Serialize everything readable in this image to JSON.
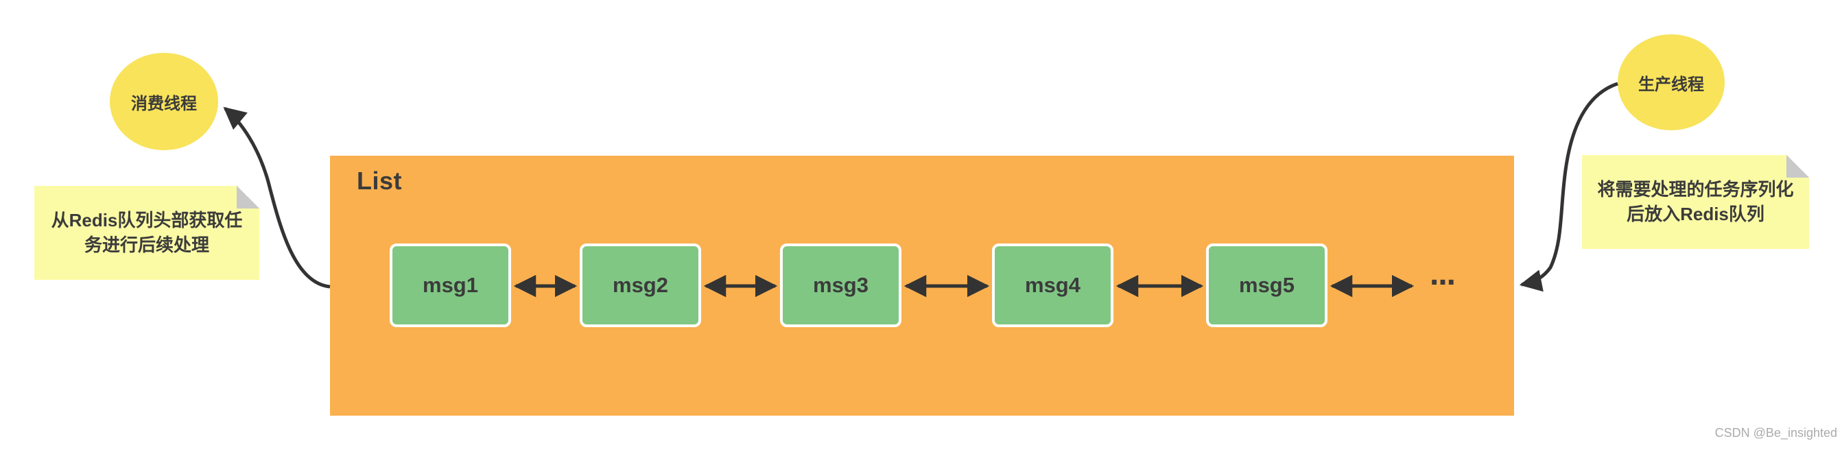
{
  "diagram": {
    "list": {
      "label": "List",
      "messages": [
        "msg1",
        "msg2",
        "msg3",
        "msg4",
        "msg5"
      ],
      "ellipsis": "..."
    },
    "consumer": {
      "label": "消费线程",
      "note_line1": "从Redis队列头部获取任",
      "note_line2": "务进行后续处理"
    },
    "producer": {
      "label": "生产线程",
      "note_line1": "将需要处理的任务序列化",
      "note_line2": "后放入Redis队列"
    }
  },
  "watermark": "CSDN @Be_insighted",
  "colors": {
    "list_container": "#FAB04F",
    "message_box": "#80C784",
    "message_border": "#FFFFFF",
    "thread_circle": "#F8E35A",
    "sticky_note": "#FBFBA6",
    "note_fold": "#C9C9C9",
    "connector": "#333333",
    "text": "#3B3B3B",
    "watermark_text": "#ABABAB"
  }
}
